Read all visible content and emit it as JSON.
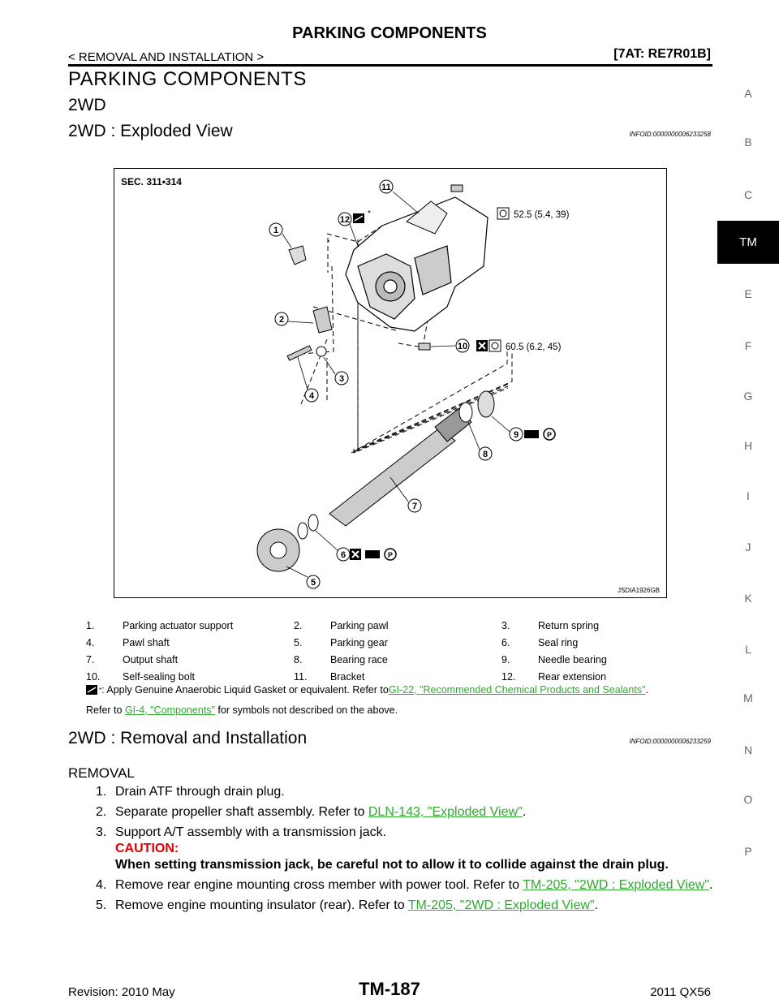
{
  "header": {
    "title": "PARKING COMPONENTS",
    "breadcrumb": "< REMOVAL AND INSTALLATION >",
    "model": "[7AT: RE7R01B]"
  },
  "page_heading": "PARKING COMPONENTS",
  "section_2wd": "2WD",
  "exploded_view": {
    "heading": "2WD : Exploded View",
    "infoid": "INFOID:0000000006233258"
  },
  "diagram": {
    "section": "SEC. 311•314",
    "torque_1": "52.5 (5.4, 39)",
    "torque_2": "60.5 (6.2, 45)",
    "image_code": "JSDIA1926GB",
    "callouts": [
      "1",
      "2",
      "3",
      "4",
      "5",
      "6",
      "7",
      "8",
      "9",
      "10",
      "11",
      "12"
    ],
    "asterisk": "*"
  },
  "legend": [
    [
      {
        "n": "1.",
        "t": "Parking actuator support"
      },
      {
        "n": "2.",
        "t": "Parking pawl"
      },
      {
        "n": "3.",
        "t": "Return spring"
      }
    ],
    [
      {
        "n": "4.",
        "t": "Pawl shaft"
      },
      {
        "n": "5.",
        "t": "Parking gear"
      },
      {
        "n": "6.",
        "t": "Seal ring"
      }
    ],
    [
      {
        "n": "7.",
        "t": "Output shaft"
      },
      {
        "n": "8.",
        "t": "Bearing race"
      },
      {
        "n": "9.",
        "t": "Needle bearing"
      }
    ],
    [
      {
        "n": "10.",
        "t": "Self-sealing bolt"
      },
      {
        "n": "11.",
        "t": "Bracket"
      },
      {
        "n": "12.",
        "t": "Rear extension"
      }
    ]
  ],
  "note_gasket": {
    "sup": "*",
    "text": ": Apply Genuine Anaerobic Liquid Gasket or equivalent. Refer to ",
    "link": "GI-22, \"Recommended Chemical Products and Sealants\"",
    "end": "."
  },
  "note_symbols": {
    "prefix": "Refer to ",
    "link": "GI-4, \"Components\"",
    "suffix": " for symbols not described on the above."
  },
  "removal_installation": {
    "heading": "2WD : Removal and Installation",
    "infoid": "INFOID:0000000006233259",
    "sub": "REMOVAL"
  },
  "steps": {
    "s1": {
      "num": "1.",
      "text": "Drain ATF through drain plug."
    },
    "s2": {
      "num": "2.",
      "text": "Separate propeller shaft assembly. Refer to ",
      "link": "DLN-143, \"Exploded View\"",
      "end": "."
    },
    "s3": {
      "num": "3.",
      "text": "Support A/T assembly with a transmission jack.",
      "caution_title": "CAUTION:",
      "caution": "When setting transmission jack, be careful not to allow it to collide against the drain plug."
    },
    "s4": {
      "num": "4.",
      "text": "Remove rear engine mounting cross member with power tool. Refer to ",
      "link": "TM-205, \"2WD : Exploded View\"",
      "end": "."
    },
    "s5": {
      "num": "5.",
      "text": "Remove engine mounting insulator (rear). Refer to ",
      "link": "TM-205, \"2WD : Exploded View\"",
      "end": "."
    }
  },
  "side_index": {
    "letters": [
      "A",
      "B",
      "C",
      "E",
      "F",
      "G",
      "H",
      "I",
      "J",
      "K",
      "L",
      "M",
      "N",
      "O",
      "P"
    ],
    "active": "TM"
  },
  "footer": {
    "revision": "Revision: 2010 May",
    "page": "TM-187",
    "model": "2011 QX56"
  },
  "colors": {
    "link": "#2eaa2e",
    "caution": "#e00000",
    "tab_bg": "#000000"
  }
}
